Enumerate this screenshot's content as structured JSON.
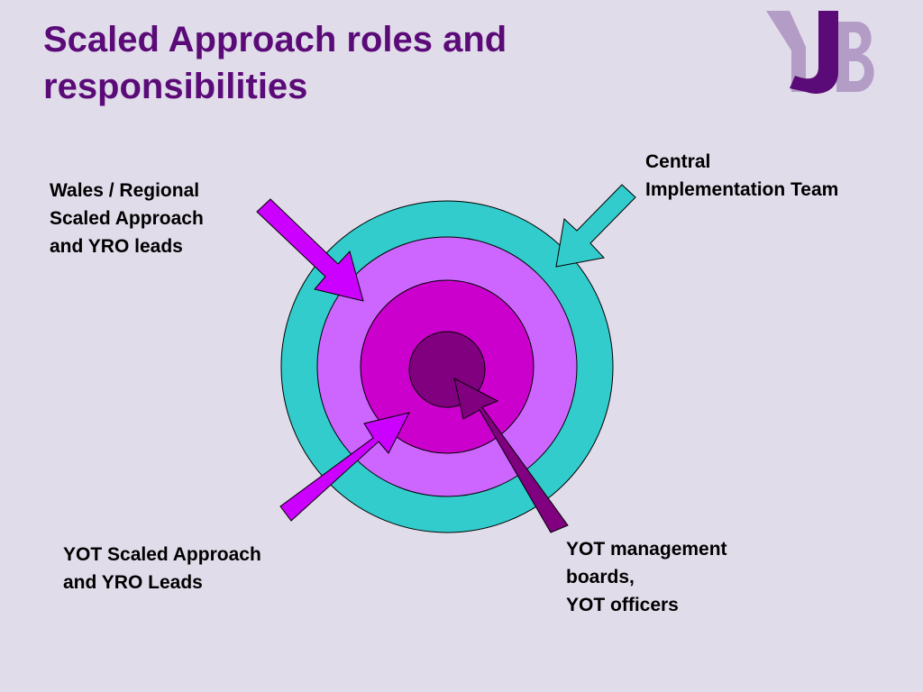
{
  "slide": {
    "title": "Scaled Approach roles and responsibilities",
    "logo_text": "YJB"
  },
  "labels": {
    "central": "Central\nImplementation Team",
    "wales": "Wales / Regional\nScaled Approach\nand YRO leads",
    "yot_leads": "YOT Scaled Approach\nand YRO Leads",
    "yot_boards": "YOT management\nboards,\nYOT officers"
  },
  "colors": {
    "background": "#e1dcea",
    "title": "#5b0b78",
    "ring_outer": "#33cccc",
    "ring_second": "#cc66ff",
    "ring_third": "#cc00cc",
    "core": "#800080",
    "logo_light": "#b39cc6",
    "logo_dark": "#5b0b78"
  }
}
